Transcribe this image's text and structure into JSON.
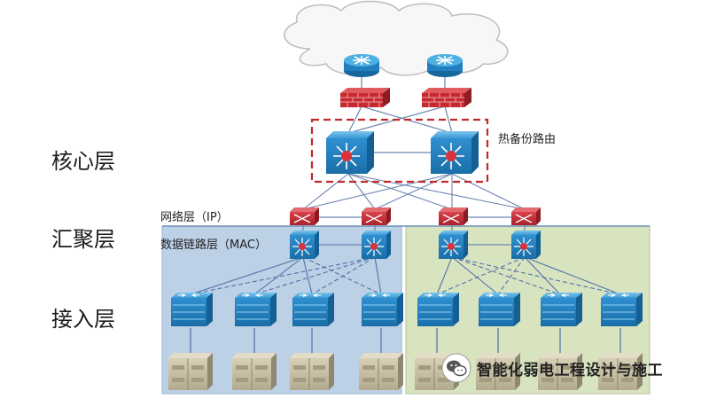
{
  "labels": {
    "core_layer": "核心层",
    "aggregation_layer": "汇聚层",
    "access_layer": "接入层",
    "hot_standby": "热备份路由",
    "network_layer": "网络层（IP）",
    "datalink_layer": "数据链路层（MAC）"
  },
  "watermark": {
    "text": "智能化弱电工程设计与施工",
    "icon": "wechat-icon"
  },
  "colors": {
    "left_zone": "#b8cde3",
    "right_zone": "#d6e3bd",
    "dashed_box": "#c0282d",
    "firewall": "#c0282d",
    "router": "#1f8fc8",
    "switch": "#2a90cc",
    "server": "#c8c0a4",
    "link": "#5a7fb0"
  },
  "icons": {
    "cloud": "cloud-icon",
    "router": "router-icon",
    "firewall": "firewall-icon",
    "core_switch": "core-switch-icon",
    "agg_router": "aggregation-router-icon",
    "agg_switch": "aggregation-switch-icon",
    "access_switch": "access-switch-icon",
    "server": "server-icon"
  }
}
